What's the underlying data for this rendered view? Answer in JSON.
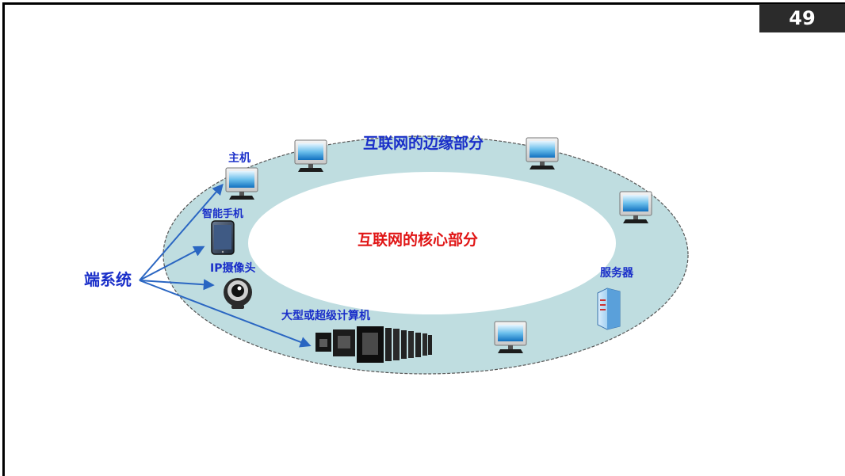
{
  "page_number": "49",
  "edge_title": "互联网的边缘部分",
  "core_title": "互联网的核心部分",
  "end_system_label": "端系统",
  "devices": {
    "host": "主机",
    "smartphone": "智能手机",
    "ip_camera": "IP摄像头",
    "supercomputer": "大型或超级计算机",
    "server": "服务器"
  },
  "colors": {
    "ring_fill": "#bfdde0",
    "label_blue": "#1a2fc9",
    "label_red": "#e01515",
    "arrow": "#2a66c2"
  }
}
